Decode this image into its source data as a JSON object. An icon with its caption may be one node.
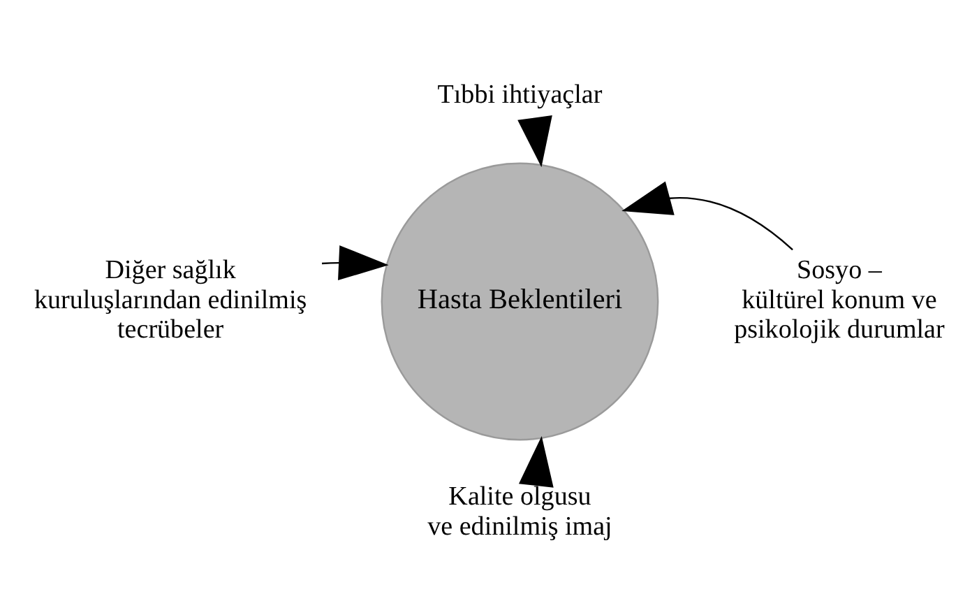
{
  "diagram": {
    "nodes": [
      {
        "text": [
          "Hasta Beklentileri"
        ]
      },
      {
        "text": [
          "Tıbbi ihtiyaçlar"
        ]
      },
      {
        "text": [
          "Diğer sağlık kuruluşlarından edinilmiş tecrübeler"
        ]
      },
      {
        "text": [
          "Sosyo – kültürel konum ve psikolojik durumlar"
        ]
      },
      {
        "text": [
          "Kalite olgusu ve edinilmiş imaj"
        ]
      }
    ],
    "edges": [
      {
        "from": 1,
        "to": 0,
        "arrow": "to"
      },
      {
        "from": 2,
        "to": 0,
        "arrow": "to"
      },
      {
        "from": 3,
        "to": 0,
        "arrow": "to"
      },
      {
        "from": 4,
        "to": 0,
        "arrow": "to"
      }
    ]
  }
}
